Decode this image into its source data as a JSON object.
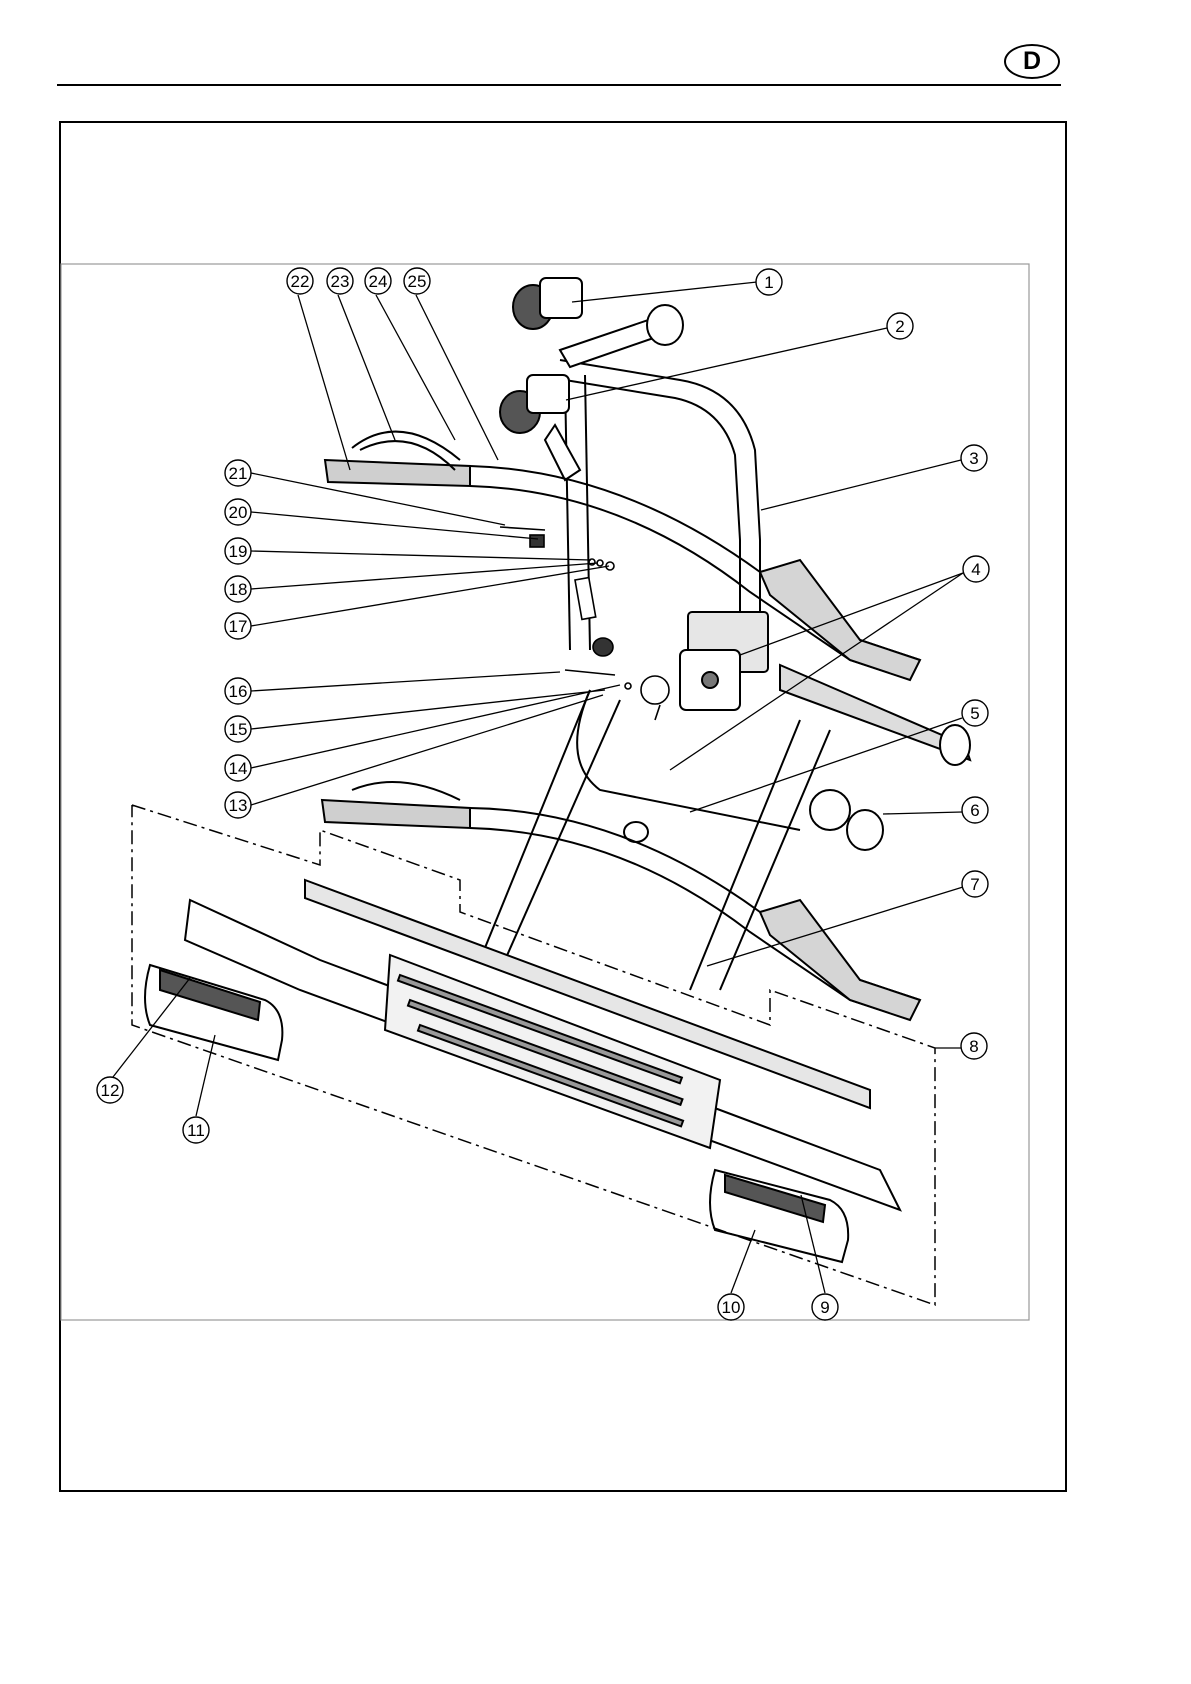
{
  "page": {
    "language_badge": "D"
  },
  "diagram": {
    "callouts": [
      {
        "label": "1"
      },
      {
        "label": "2"
      },
      {
        "label": "3"
      },
      {
        "label": "4"
      },
      {
        "label": "5"
      },
      {
        "label": "6"
      },
      {
        "label": "7"
      },
      {
        "label": "8"
      },
      {
        "label": "9"
      },
      {
        "label": "10"
      },
      {
        "label": "11"
      },
      {
        "label": "12"
      },
      {
        "label": "13"
      },
      {
        "label": "14"
      },
      {
        "label": "15"
      },
      {
        "label": "16"
      },
      {
        "label": "17"
      },
      {
        "label": "18"
      },
      {
        "label": "19"
      },
      {
        "label": "20"
      },
      {
        "label": "21"
      },
      {
        "label": "22"
      },
      {
        "label": "23"
      },
      {
        "label": "24"
      },
      {
        "label": "25"
      }
    ]
  }
}
